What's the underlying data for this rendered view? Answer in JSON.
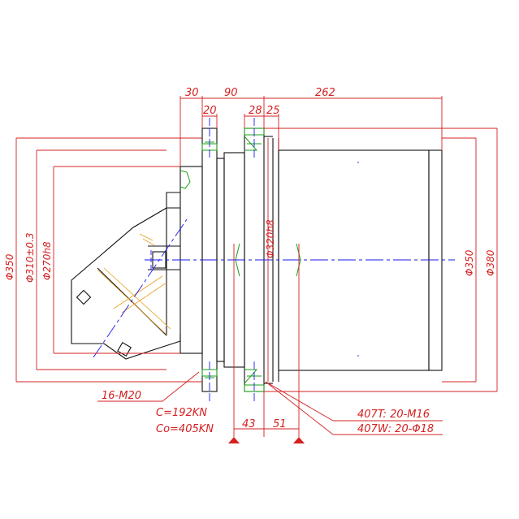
{
  "colors": {
    "outline": "#111111",
    "dimension": "#d42020",
    "centerline": "#1a1aee",
    "mounting": "#1aa01a",
    "hatch": "#e6a020"
  },
  "dimensions": {
    "top": {
      "d30": "30",
      "d90": "90",
      "d20": "20",
      "d28": "28",
      "d25": "25",
      "d262": "262"
    },
    "left": {
      "d350": "Φ350",
      "d310": "Φ310±0.3",
      "d270": "Φ270h8"
    },
    "center": {
      "d320": "Φ320h8"
    },
    "right": {
      "d350": "Φ350",
      "d380": "Φ380"
    },
    "bottom": {
      "d43": "43",
      "d51": "51"
    }
  },
  "notes": {
    "bolt": "16-M20",
    "c": "C=192KN",
    "co": "Co=405KN",
    "t407": "407T: 20-M16",
    "w407": "407W: 20-Φ18"
  }
}
